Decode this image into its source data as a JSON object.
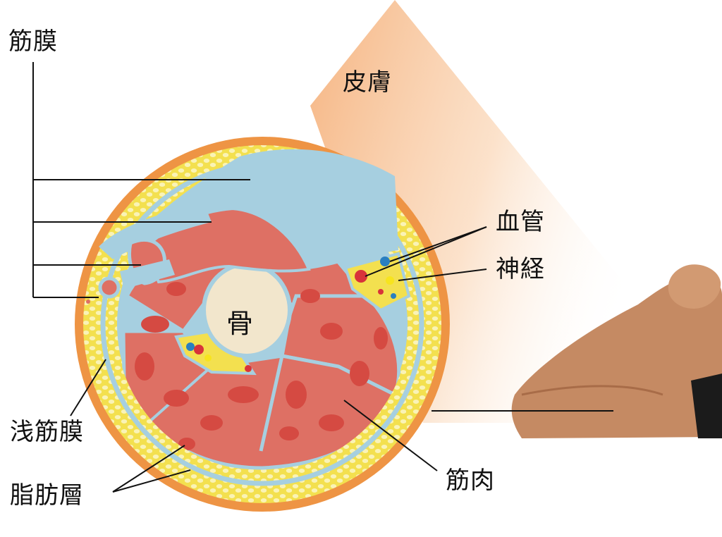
{
  "labels": {
    "fascia": "筋膜",
    "skin": "皮膚",
    "blood_vessel": "血管",
    "nerve": "神経",
    "bone": "骨",
    "superficial_fascia": "浅筋膜",
    "fat_layer": "脂肪層",
    "muscle": "筋肉"
  },
  "colors": {
    "skin_outer": "#ee9444",
    "fat": "#f3e04f",
    "fat_cells": "#faf3b6",
    "fascia": "#a6cfe0",
    "muscle": "#de7064",
    "muscle_fiber": "#d54a42",
    "bone": "#f2e6cc",
    "vessel_red": "#d8333a",
    "vessel_blue": "#2a7fc0",
    "nerve_yellow": "#f7e41e"
  },
  "icons": {
    "arm": "flexed-arm-photo"
  }
}
